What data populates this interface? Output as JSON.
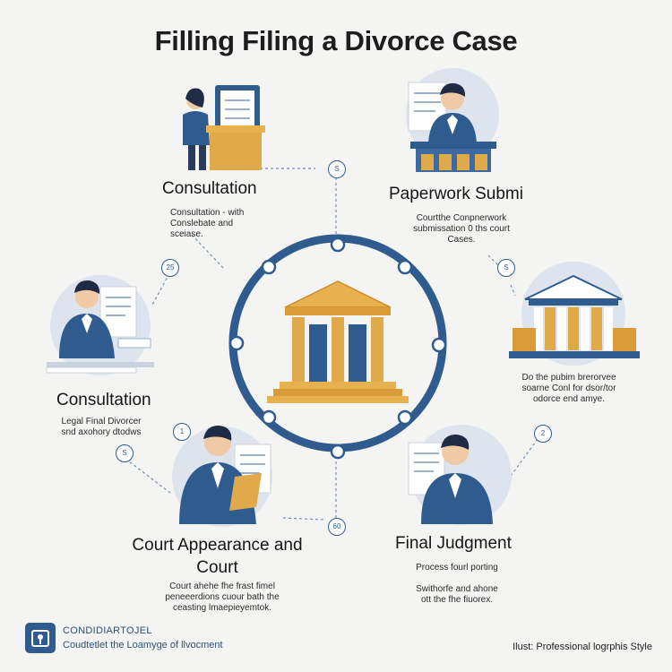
{
  "title": "Filling  Filing a Divorce Case",
  "steps": [
    {
      "heading": "Consultation",
      "desc": [
        "Consultation  -  with",
        "Conslebate and",
        "sceiase."
      ]
    },
    {
      "heading": "Paperwork Submi",
      "desc": [
        "Courtthe Conpnerwork",
        "submissation  0 ths court",
        "Cases."
      ]
    },
    {
      "heading": "Consultation",
      "desc": [
        "Legal Final Divorcer",
        "snd axohory dtodws"
      ]
    },
    {
      "heading": "",
      "desc": [
        "Do the pubim brerorvee",
        "soarne Conl for dsor/tor",
        "odorce end amye."
      ]
    },
    {
      "heading": "Court Appearance and Court",
      "desc": [
        "Court ahehe fhe frast fimel",
        "peneeerdions cuour bath the",
        "ceasting lmaepieyemtok."
      ]
    },
    {
      "heading": "Final Judgment",
      "desc": [
        "Process fourl porting",
        "Swithorfe and ahone",
        "ott the fhe fiuorex."
      ]
    }
  ],
  "step_markers": [
    "S",
    "S",
    "25",
    "S",
    "1",
    "2",
    "60"
  ],
  "footer": {
    "name": "CONDIDIARTOJEL",
    "tagline": "Coudtetlet the Loamyge of llvocment",
    "credit": "Ilust: Professional logrphis Style"
  },
  "colors": {
    "navy": "#2f5b8f",
    "gold": "#e0a94a",
    "background": "#f4f4f3"
  }
}
